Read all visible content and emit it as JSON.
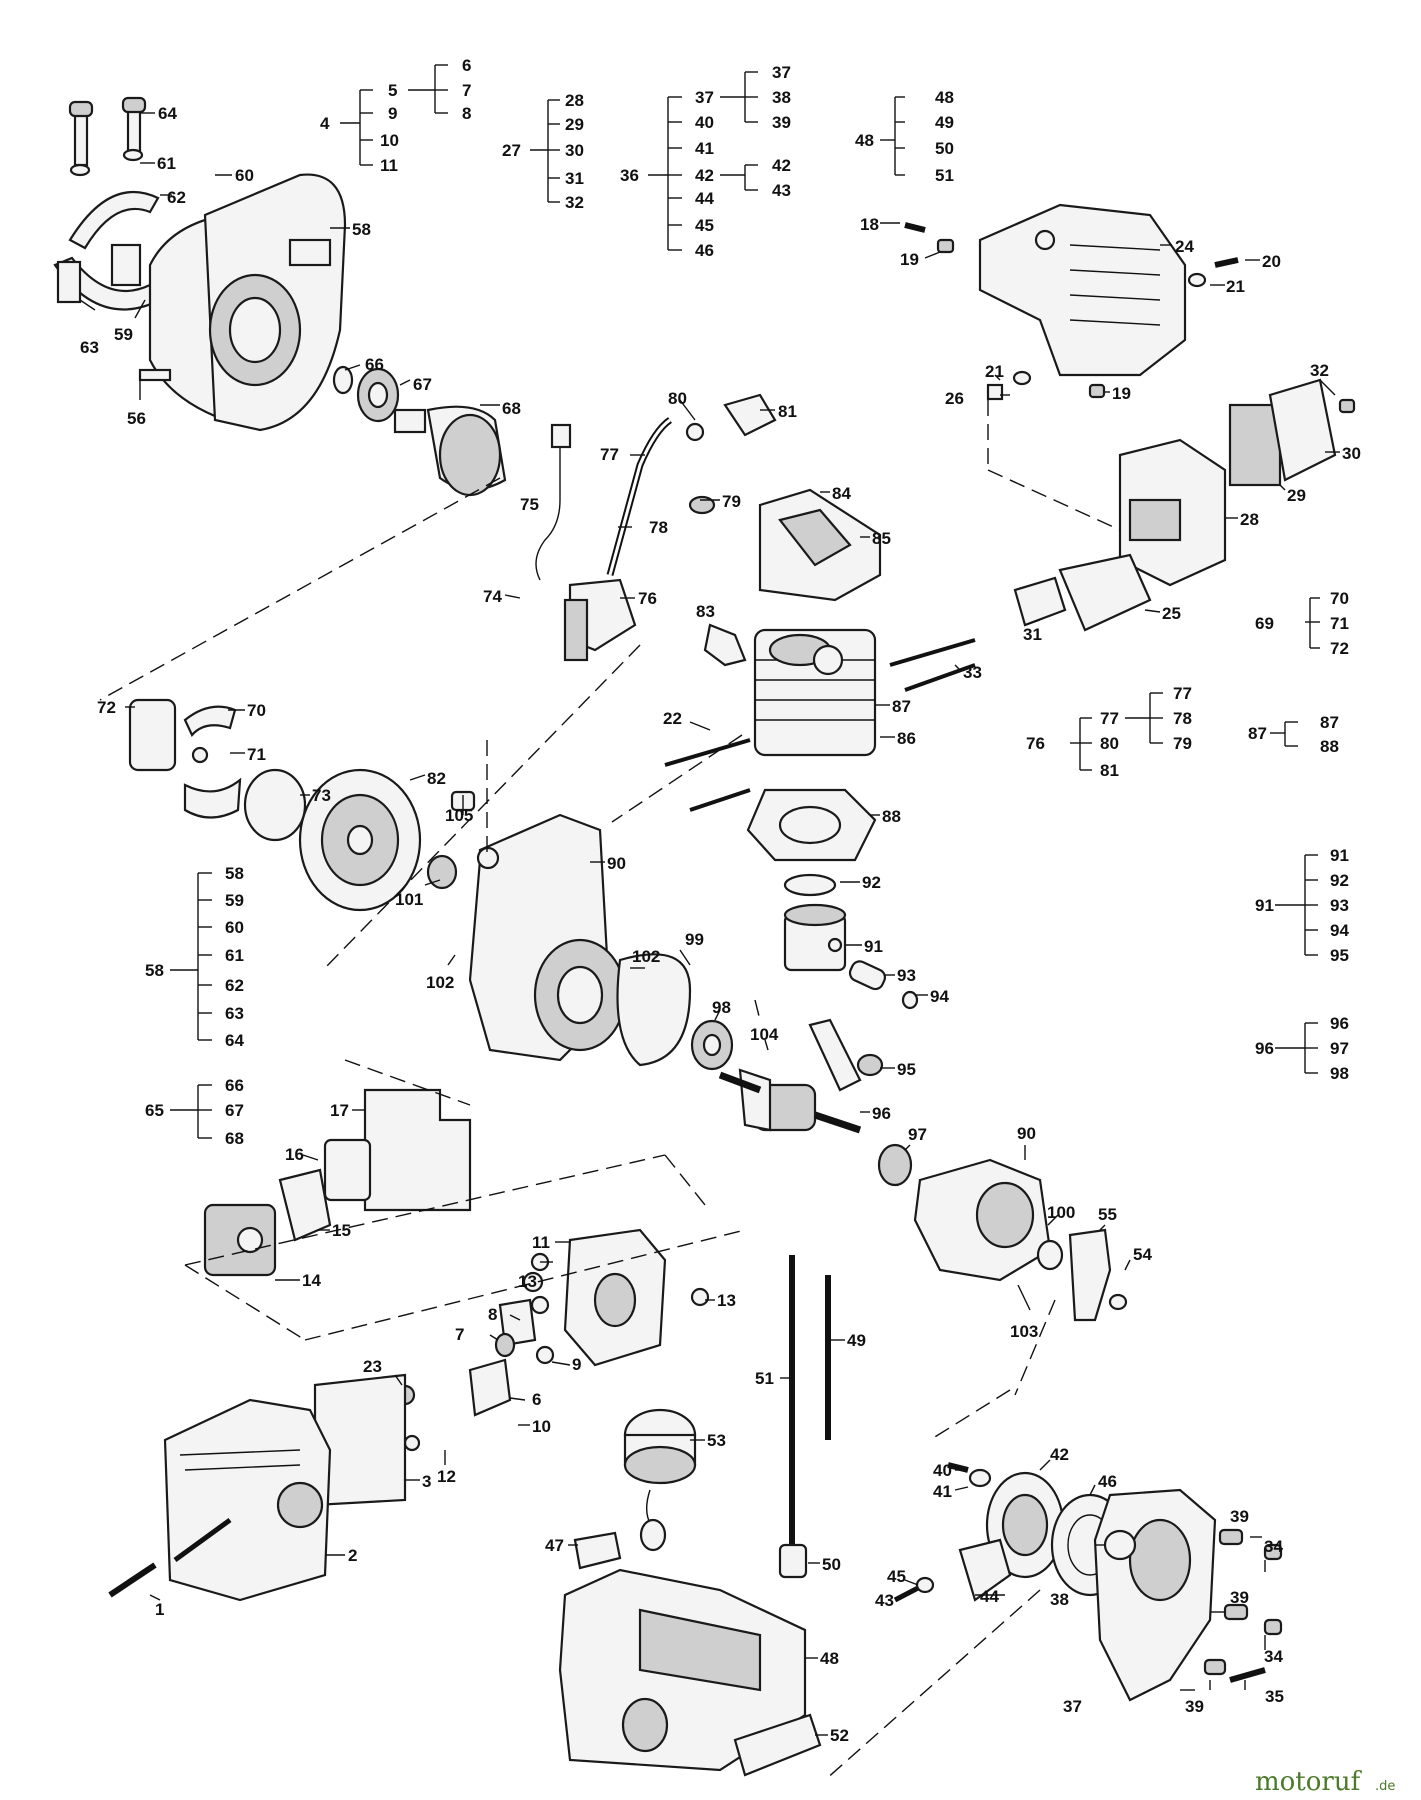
{
  "watermark": {
    "brand": "motoruf",
    "suffix": ".de",
    "color": "#4a7a2a",
    "accent": "#e3a21a"
  },
  "part_labels": [
    {
      "id": "p64a",
      "text": "64"
    },
    {
      "id": "p61",
      "text": "61"
    },
    {
      "id": "p60",
      "text": "60"
    },
    {
      "id": "p62",
      "text": "62"
    },
    {
      "id": "p58a",
      "text": "58"
    },
    {
      "id": "p63",
      "text": "63"
    },
    {
      "id": "p59",
      "text": "59"
    },
    {
      "id": "p56",
      "text": "56"
    },
    {
      "id": "p66",
      "text": "66"
    },
    {
      "id": "p67",
      "text": "67"
    },
    {
      "id": "p68",
      "text": "68"
    },
    {
      "id": "p80",
      "text": "80"
    },
    {
      "id": "p81",
      "text": "81"
    },
    {
      "id": "p77",
      "text": "77"
    },
    {
      "id": "p75",
      "text": "75"
    },
    {
      "id": "p79",
      "text": "79"
    },
    {
      "id": "p78",
      "text": "78"
    },
    {
      "id": "p84",
      "text": "84"
    },
    {
      "id": "p85",
      "text": "85"
    },
    {
      "id": "p74",
      "text": "74"
    },
    {
      "id": "p76",
      "text": "76"
    },
    {
      "id": "p83",
      "text": "83"
    },
    {
      "id": "p18",
      "text": "18"
    },
    {
      "id": "p19a",
      "text": "19"
    },
    {
      "id": "p24",
      "text": "24"
    },
    {
      "id": "p20",
      "text": "20"
    },
    {
      "id": "p21a",
      "text": "21"
    },
    {
      "id": "p21b",
      "text": "21"
    },
    {
      "id": "p26",
      "text": "26"
    },
    {
      "id": "p19b",
      "text": "19"
    },
    {
      "id": "p32",
      "text": "32"
    },
    {
      "id": "p30",
      "text": "30"
    },
    {
      "id": "p29",
      "text": "29"
    },
    {
      "id": "p28",
      "text": "28"
    },
    {
      "id": "p25",
      "text": "25"
    },
    {
      "id": "p31",
      "text": "31"
    },
    {
      "id": "p33",
      "text": "33"
    },
    {
      "id": "p87",
      "text": "87"
    },
    {
      "id": "p86",
      "text": "86"
    },
    {
      "id": "p22",
      "text": "22"
    },
    {
      "id": "p88",
      "text": "88"
    },
    {
      "id": "p72",
      "text": "72"
    },
    {
      "id": "p70",
      "text": "70"
    },
    {
      "id": "p71",
      "text": "71"
    },
    {
      "id": "p73",
      "text": "73"
    },
    {
      "id": "p82",
      "text": "82"
    },
    {
      "id": "p105",
      "text": "105"
    },
    {
      "id": "p90a",
      "text": "90"
    },
    {
      "id": "p101",
      "text": "101"
    },
    {
      "id": "p102a",
      "text": "102"
    },
    {
      "id": "p102b",
      "text": "102"
    },
    {
      "id": "p99",
      "text": "99"
    },
    {
      "id": "p92",
      "text": "92"
    },
    {
      "id": "p91",
      "text": "91"
    },
    {
      "id": "p93",
      "text": "93"
    },
    {
      "id": "p94",
      "text": "94"
    },
    {
      "id": "p98",
      "text": "98"
    },
    {
      "id": "p104",
      "text": "104"
    },
    {
      "id": "p95",
      "text": "95"
    },
    {
      "id": "p96",
      "text": "96"
    },
    {
      "id": "p97",
      "text": "97"
    },
    {
      "id": "p90b",
      "text": "90"
    },
    {
      "id": "p100",
      "text": "100"
    },
    {
      "id": "p55",
      "text": "55"
    },
    {
      "id": "p54",
      "text": "54"
    },
    {
      "id": "p103",
      "text": "103"
    },
    {
      "id": "p17",
      "text": "17"
    },
    {
      "id": "p16",
      "text": "16"
    },
    {
      "id": "p15",
      "text": "15"
    },
    {
      "id": "p14",
      "text": "14"
    },
    {
      "id": "p11",
      "text": "11"
    },
    {
      "id": "p13a",
      "text": "13"
    },
    {
      "id": "p13b",
      "text": "13"
    },
    {
      "id": "p8",
      "text": "8"
    },
    {
      "id": "p7",
      "text": "7"
    },
    {
      "id": "p9",
      "text": "9"
    },
    {
      "id": "p23",
      "text": "23"
    },
    {
      "id": "p6",
      "text": "6"
    },
    {
      "id": "p10",
      "text": "10"
    },
    {
      "id": "p12",
      "text": "12"
    },
    {
      "id": "p3",
      "text": "3"
    },
    {
      "id": "p2",
      "text": "2"
    },
    {
      "id": "p1",
      "text": "1"
    },
    {
      "id": "p51",
      "text": "51"
    },
    {
      "id": "p49",
      "text": "49"
    },
    {
      "id": "p53",
      "text": "53"
    },
    {
      "id": "p50",
      "text": "50"
    },
    {
      "id": "p47",
      "text": "47"
    },
    {
      "id": "p48",
      "text": "48"
    },
    {
      "id": "p52",
      "text": "52"
    },
    {
      "id": "p42",
      "text": "42"
    },
    {
      "id": "p40",
      "text": "40"
    },
    {
      "id": "p41",
      "text": "41"
    },
    {
      "id": "p46",
      "text": "46"
    },
    {
      "id": "p39a",
      "text": "39"
    },
    {
      "id": "p34a",
      "text": "34"
    },
    {
      "id": "p45",
      "text": "45"
    },
    {
      "id": "p43",
      "text": "43"
    },
    {
      "id": "p44",
      "text": "44"
    },
    {
      "id": "p38",
      "text": "38"
    },
    {
      "id": "p39b",
      "text": "39"
    },
    {
      "id": "p34b",
      "text": "34"
    },
    {
      "id": "p37",
      "text": "37"
    },
    {
      "id": "p39c",
      "text": "39"
    },
    {
      "id": "p35",
      "text": "35"
    }
  ],
  "groups": [
    {
      "id": "g4",
      "parent": "4",
      "children": [
        {
          "t": "5",
          "sub": [
            "6",
            "7",
            "8"
          ]
        },
        {
          "t": "9"
        },
        {
          "t": "10"
        },
        {
          "t": "11"
        }
      ]
    },
    {
      "id": "g27",
      "parent": "27",
      "children": [
        {
          "t": "28"
        },
        {
          "t": "29"
        },
        {
          "t": "30"
        },
        {
          "t": "31"
        },
        {
          "t": "32"
        }
      ]
    },
    {
      "id": "g36",
      "parent": "36",
      "children": [
        {
          "t": "37",
          "sub": [
            "37",
            "38",
            "39"
          ]
        },
        {
          "t": "40"
        },
        {
          "t": "41"
        },
        {
          "t": "42",
          "sub": [
            "42",
            "43"
          ]
        },
        {
          "t": "44"
        },
        {
          "t": "45"
        },
        {
          "t": "46"
        }
      ]
    },
    {
      "id": "g48",
      "parent": "48",
      "children": [
        {
          "t": "48"
        },
        {
          "t": "49"
        },
        {
          "t": "50"
        },
        {
          "t": "51"
        }
      ]
    },
    {
      "id": "g69",
      "parent": "69",
      "children": [
        {
          "t": "70"
        },
        {
          "t": "71"
        },
        {
          "t": "72"
        }
      ]
    },
    {
      "id": "g76",
      "parent": "76",
      "children": [
        {
          "t": "77",
          "sub": [
            "77",
            "78",
            "79"
          ]
        },
        {
          "t": "80"
        },
        {
          "t": "81"
        }
      ]
    },
    {
      "id": "g87",
      "parent": "87",
      "children": [
        {
          "t": "87"
        },
        {
          "t": "88"
        }
      ]
    },
    {
      "id": "g91",
      "parent": "91",
      "children": [
        {
          "t": "91"
        },
        {
          "t": "92"
        },
        {
          "t": "93"
        },
        {
          "t": "94"
        },
        {
          "t": "95"
        }
      ]
    },
    {
      "id": "g96",
      "parent": "96",
      "children": [
        {
          "t": "96"
        },
        {
          "t": "97"
        },
        {
          "t": "98"
        }
      ]
    },
    {
      "id": "g58",
      "parent": "58",
      "children": [
        {
          "t": "58"
        },
        {
          "t": "59"
        },
        {
          "t": "60"
        },
        {
          "t": "61"
        },
        {
          "t": "62"
        },
        {
          "t": "63"
        },
        {
          "t": "64"
        }
      ]
    },
    {
      "id": "g65",
      "parent": "65",
      "children": [
        {
          "t": "66"
        },
        {
          "t": "67"
        },
        {
          "t": "68"
        }
      ]
    }
  ]
}
